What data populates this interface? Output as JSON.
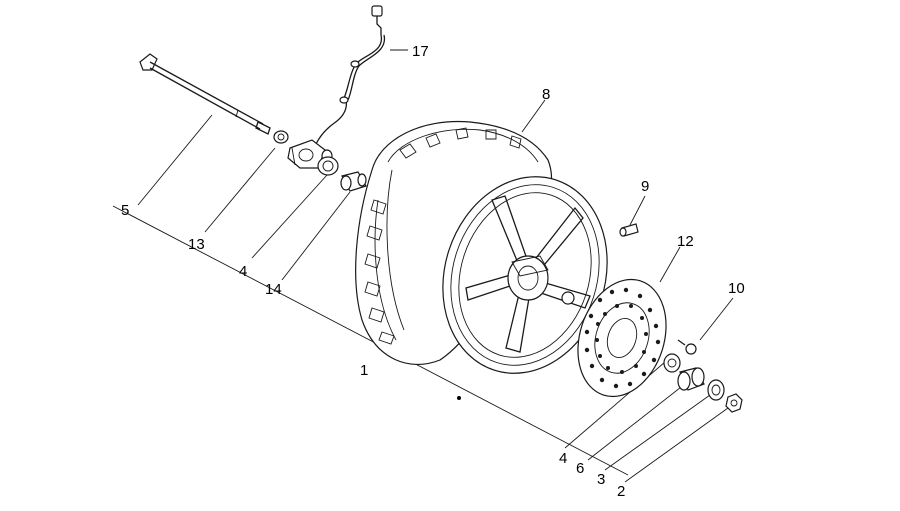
{
  "callouts": [
    {
      "id": "c1",
      "label": "1"
    },
    {
      "id": "c2",
      "label": "2"
    },
    {
      "id": "c3",
      "label": "3"
    },
    {
      "id": "c4a",
      "label": "4"
    },
    {
      "id": "c4b",
      "label": "4"
    },
    {
      "id": "c5",
      "label": "5"
    },
    {
      "id": "c6",
      "label": "6"
    },
    {
      "id": "c8",
      "label": "8"
    },
    {
      "id": "c9",
      "label": "9"
    },
    {
      "id": "c10",
      "label": "10"
    },
    {
      "id": "c12",
      "label": "12"
    },
    {
      "id": "c13",
      "label": "13"
    },
    {
      "id": "c14",
      "label": "14"
    },
    {
      "id": "c17",
      "label": "17"
    }
  ]
}
